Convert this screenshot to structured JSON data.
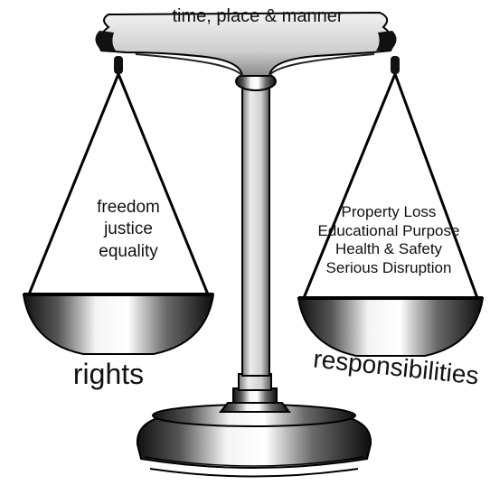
{
  "beam_label": "time, place & manner",
  "left_pan": {
    "items": [
      "freedom",
      "justice",
      "equality"
    ],
    "caption": "rights"
  },
  "right_pan": {
    "items": [
      "Property Loss",
      "Educational Purpose",
      "Health & Safety",
      "Serious Disruption"
    ],
    "caption": "responsibilities"
  }
}
